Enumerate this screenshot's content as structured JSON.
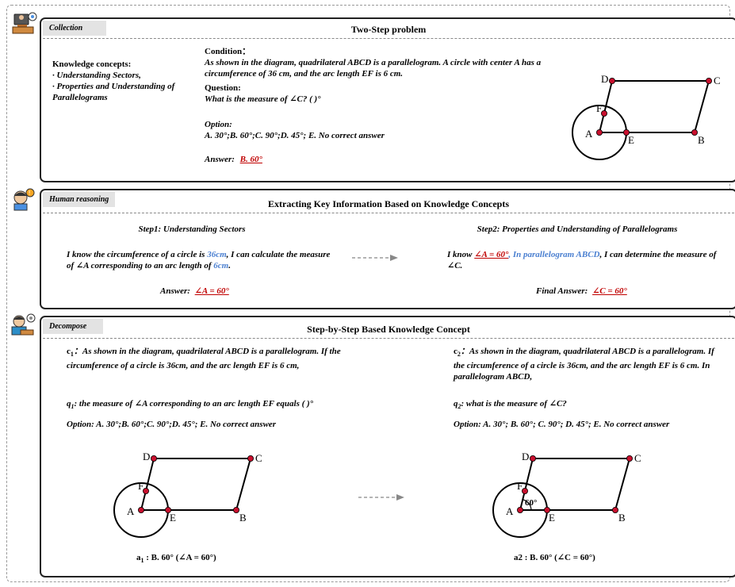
{
  "collection": {
    "tag": "Collection",
    "title": "Two-Step problem",
    "kc_heading": "Knowledge concepts:",
    "kc_item1": "· Understanding Sectors,",
    "kc_item2": "· Properties and Understanding of Parallelograms",
    "condition_label": "Condition：",
    "condition_text": "As shown in the diagram, quadrilateral ABCD is a parallelogram. A circle with center A has a circumference of 36 cm, and the arc length EF is 6 cm.",
    "question_label": "Question:",
    "question_text": "What is the measure of ∠C? ( )°",
    "option_label": "Option:",
    "option_text": "A. 30°;B. 60°;C. 90°;D. 45°; E. No correct answer",
    "answer_label": "Answer:",
    "answer_value": "B. 60°"
  },
  "human": {
    "tag": "Human reasoning",
    "title": "Extracting Key Information Based on Knowledge Concepts",
    "step1_title": "Step1: Understanding Sectors",
    "step1_a": "I know the circumference of a circle is ",
    "step1_b": "36cm",
    "step1_c": ", I can calculate the measure of ∠A corresponding to an arc length of ",
    "step1_d": "6cm",
    "step1_e": ".",
    "step1_answer_label": "Answer:",
    "step1_answer_value": "∠A = 60°",
    "step2_title": "Step2: Properties and Understanding of Parallelograms",
    "step2_a": "I know ",
    "step2_b": "∠A = 60°",
    "step2_c": ", In parallelogram ABCD",
    "step2_d": ", I can determine the measure of ∠C.",
    "step2_answer_label": "Final Answer:",
    "step2_answer_value": "∠C = 60°"
  },
  "decompose": {
    "tag": "Decompose",
    "title": "Step-by-Step Based Knowledge Concept",
    "c1_label": "c",
    "c1_sub": "1",
    "c1_text": "：As shown in the diagram, quadrilateral ABCD is a parallelogram. If the circumference of a circle is 36cm, and the arc length EF is 6 cm,",
    "q1_label": "q",
    "q1_sub": "1",
    "q1_text": ": the measure of ∠A corresponding to an arc length EF equals ( )°",
    "option1": "Option: A. 30°;B. 60°;C. 90°;D. 45°; E. No correct answer",
    "c2_label": "c",
    "c2_sub": "2",
    "c2_text": "：As shown in the diagram, quadrilateral ABCD is a parallelogram. If the circumference of a circle is 36cm, and the arc length EF is 6 cm. In parallelogram ABCD,",
    "q2_label": "q",
    "q2_sub": "2",
    "q2_text": ": what is the measure of ∠C?",
    "option2": "Option: A. 30°; B. 60°; C. 90°; D. 45°; E. No correct answer",
    "a1_label": "a",
    "a1_sub": "1",
    "a1_text": " : B. 60°  (∠A = 60°)",
    "a2_text": "a2 : B. 60°  (∠C = 60°)",
    "angle_label": "60°"
  },
  "figure_labels": {
    "A": "A",
    "B": "B",
    "C": "C",
    "D": "D",
    "E": "E",
    "F": "F"
  },
  "colors": {
    "red": "#c00000",
    "blue": "#4a7fd0",
    "vertex": "#c8102e"
  }
}
